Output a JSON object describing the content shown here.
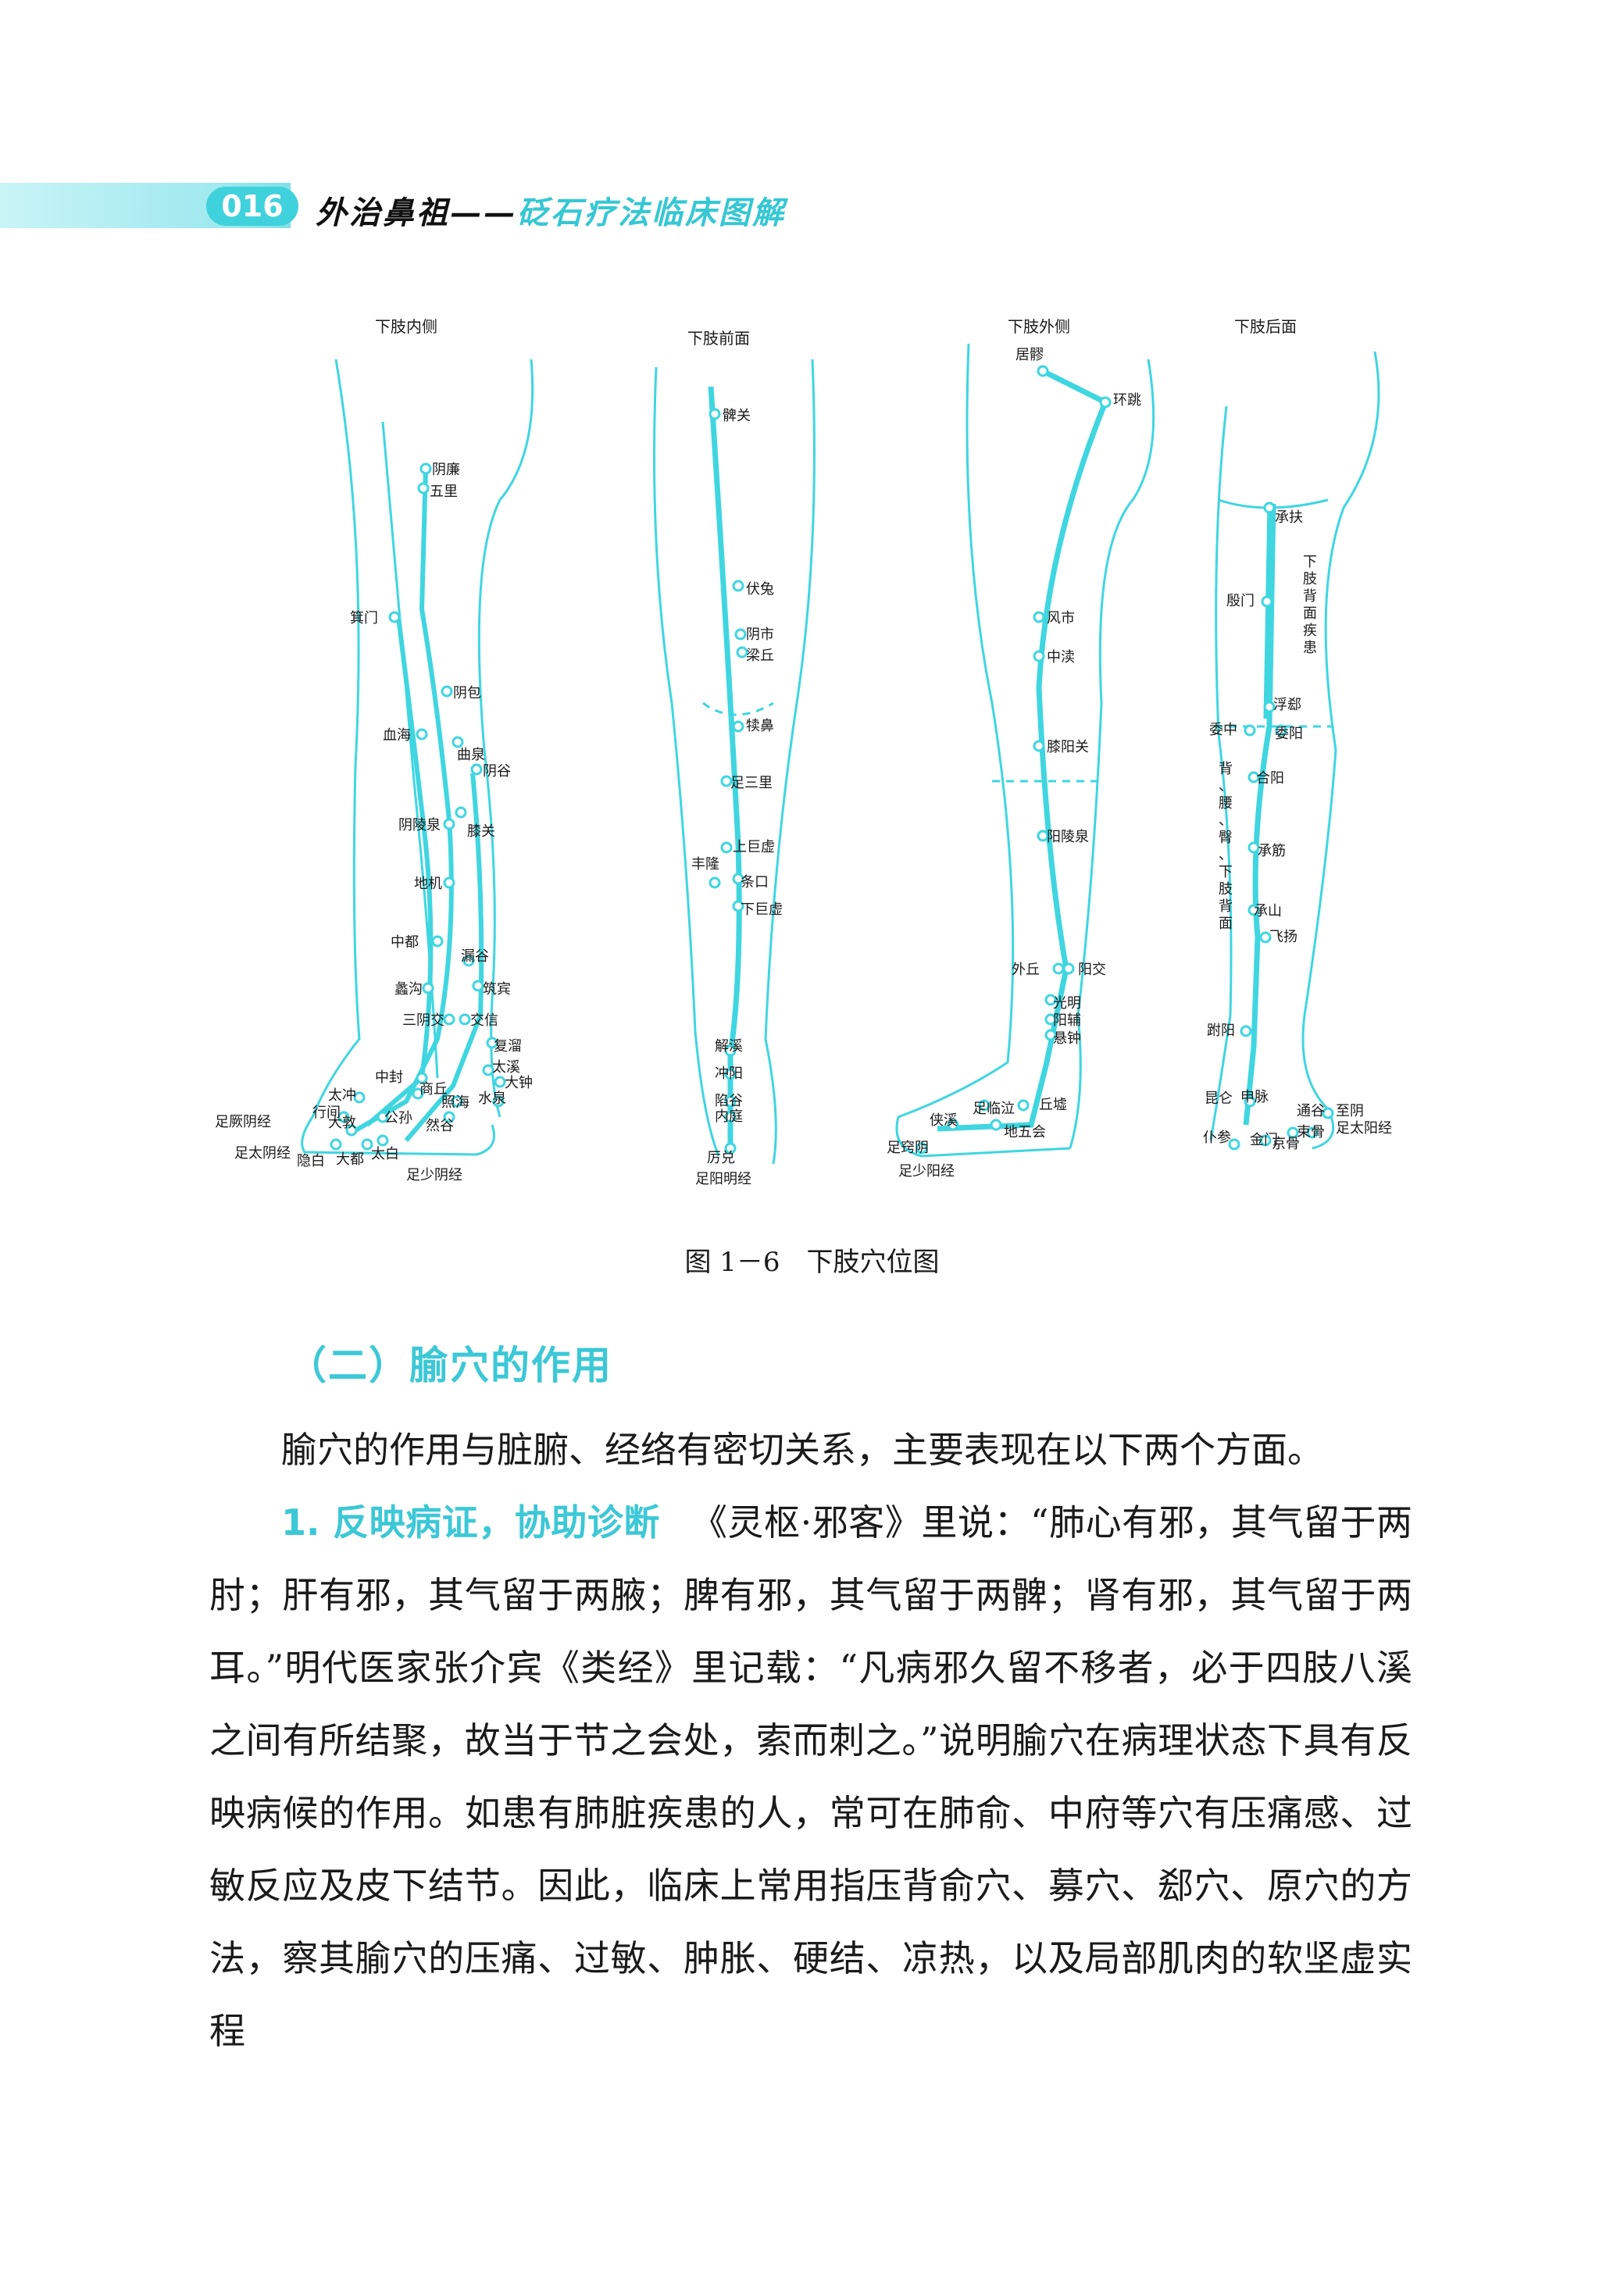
{
  "header": {
    "page_number": "016",
    "book_title_main": "外治鼻祖——",
    "book_title_sub": "砭石疗法临床图解"
  },
  "figure": {
    "panel_titles": [
      "下肢内侧",
      "下肢前面",
      "下肢外侧",
      "下肢后面"
    ],
    "panel1_points": [
      "阴廉",
      "五里",
      "箕门",
      "阴包",
      "血海",
      "曲泉",
      "阴谷",
      "阴陵泉",
      "膝关",
      "地机",
      "中都",
      "漏谷",
      "蠡沟",
      "筑宾",
      "三阴交",
      "交信",
      "复溜",
      "太溪",
      "大钟",
      "水泉",
      "照海",
      "中封",
      "商丘",
      "太冲",
      "行间",
      "公孙",
      "然谷",
      "足厥阴经",
      "大敦",
      "足太阴经",
      "隐白",
      "大都",
      "太白",
      "足少阴经"
    ],
    "panel2_points": [
      "髀关",
      "伏兔",
      "阴市",
      "梁丘",
      "犊鼻",
      "足三里",
      "上巨虚",
      "丰隆",
      "条口",
      "下巨虚",
      "解溪",
      "冲阳",
      "陷谷",
      "内庭",
      "厉兑",
      "足阳明经"
    ],
    "panel3_points": [
      "居髎",
      "环跳",
      "风市",
      "中渎",
      "膝阳关",
      "阳陵泉",
      "外丘",
      "阳交",
      "光明",
      "阳辅",
      "悬钟",
      "丘墟",
      "侠溪",
      "足临泣",
      "地五会",
      "足窍阴",
      "足少阳经"
    ],
    "panel4_points": [
      "承扶",
      "殷门",
      "浮郄",
      "委阳",
      "委中",
      "合阳",
      "承筋",
      "承山",
      "飞扬",
      "跗阳",
      "昆仑",
      "申脉",
      "仆参",
      "金门",
      "京骨",
      "束骨",
      "通谷",
      "至阴",
      "足太阳经"
    ],
    "panel4_vertical_label": "下肢背面疾患",
    "panel4_vertical_label2": "背、腰、臀、下肢背面",
    "caption": "图 1－6　下肢穴位图"
  },
  "section": {
    "heading": "（二）腧穴的作用",
    "para1": "腧穴的作用与脏腑、经络有密切关系，主要表现在以下两个方面。",
    "para2_lead": "1. 反映病证，协助诊断",
    "para2_text": "《灵枢·邪客》里说：“肺心有邪，其气留于两肘；肝有邪，其气留于两腋；脾有邪，其气留于两髀；肾有邪，其气留于两耳。”明代医家张介宾《类经》里记载：“凡病邪久留不移者，必于四肢八溪之间有所结聚，故当于节之会处，索而刺之。”说明腧穴在病理状态下具有反映病候的作用。如患有肺脏疾患的人，常可在肺俞、中府等穴有压痛感、过敏反应及皮下结节。因此，临床上常用指压背俞穴、募穴、郄穴、原穴的方法，察其腧穴的压痛、过敏、肿胀、硬结、凉热，以及局部肌肉的软坚虚实程"
  },
  "colors": {
    "accent": "#3cc8d6",
    "diagram_line": "#3fd6e0"
  }
}
